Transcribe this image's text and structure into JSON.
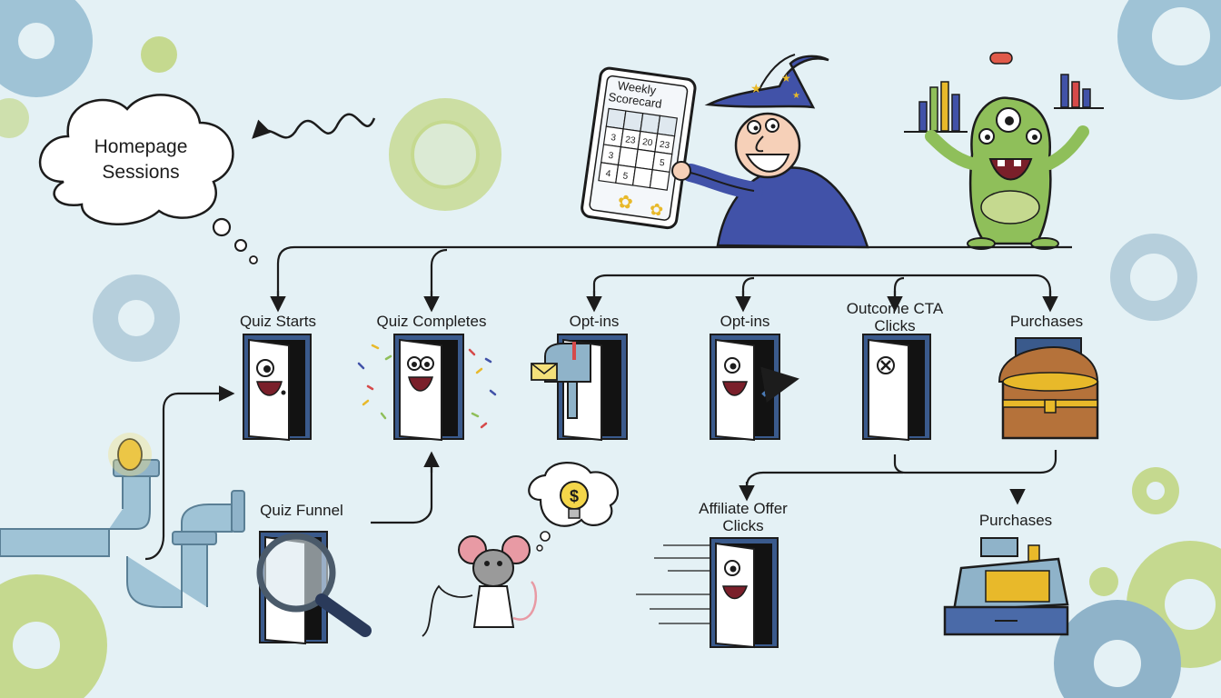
{
  "thought_cloud": {
    "line1": "Homepage",
    "line2": "Sessions"
  },
  "scorecard": {
    "title_line1": "Weekly",
    "title_line2": "Scorecard",
    "cells": [
      "3",
      "23",
      "20",
      "23",
      "5",
      "3",
      "4",
      "5"
    ]
  },
  "funnel_label": "Quiz Funnel",
  "steps": {
    "quiz_starts": "Quiz Starts",
    "quiz_completes": "Quiz Completes",
    "opt_ins_1": "Opt-ins",
    "opt_ins_2": "Opt-ins",
    "outcome_cta_line1": "Outcome CTA",
    "outcome_cta_line2": "Clicks",
    "purchases_top": "Purchases",
    "affiliate_line1": "Affiliate Offer",
    "affiliate_line2": "Clicks",
    "purchases_bottom": "Purchases"
  },
  "bulb_symbol": "$",
  "colors": {
    "background": "#e4f1f5",
    "ink": "#1c1c1c",
    "door_frame": "#3a5a8c",
    "wizard_robe": "#4152a8",
    "monster_green": "#8fbf5a",
    "gold": "#e8b92a",
    "gear_blue": "#9fc3d6",
    "gear_green": "#c5d98f"
  }
}
